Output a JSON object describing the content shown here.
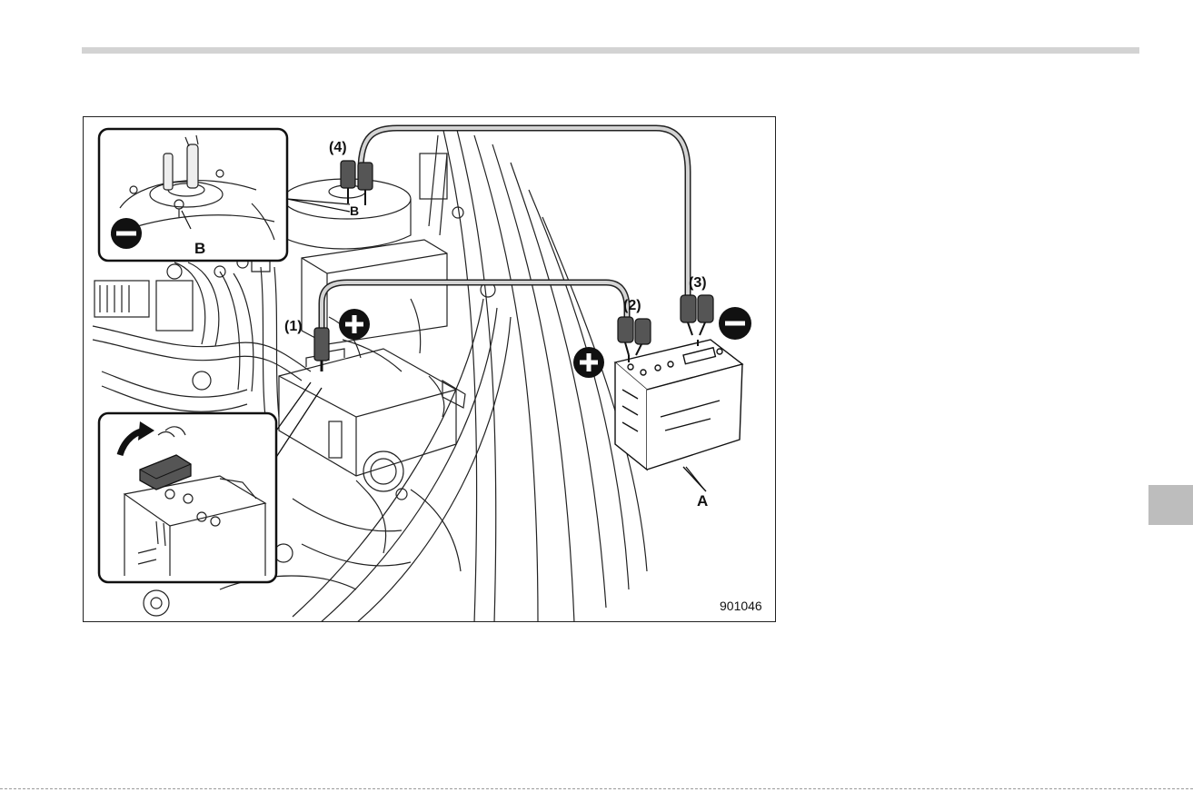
{
  "figure": {
    "figure_number": "901046",
    "callouts": {
      "step1": "(1)",
      "step2": "(2)",
      "step3": "(3)",
      "step4": "(4)",
      "booster_battery": "A",
      "ground_point": "B",
      "ground_point_inset": "B"
    },
    "signs": {
      "positive": "+",
      "negative": "−"
    }
  }
}
